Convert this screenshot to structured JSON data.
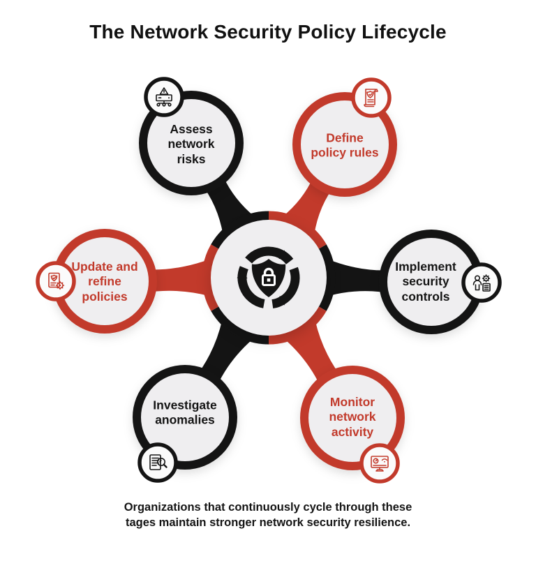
{
  "title": "The Network Security Policy Lifecycle",
  "caption": "Organizations that continuously cycle through these\ntages maintain stronger network security resilience.",
  "colors": {
    "black": "#141414",
    "red": "#c23a2b",
    "node_fill": "#efeef0",
    "icon_circle_fill": "#fbfbfb",
    "background": "#ffffff"
  },
  "hub": {
    "icon": "shield-lock-cycle-icon"
  },
  "nodes": [
    {
      "id": "assess",
      "label": "Assess\nnetwork\nrisks",
      "color": "black",
      "position": "top-left",
      "icon": "server-alert-network-icon"
    },
    {
      "id": "define",
      "label": "Define\npolicy rules",
      "color": "red",
      "position": "top-right",
      "icon": "policy-scroll-shield-icon"
    },
    {
      "id": "implement",
      "label": "Implement\nsecurity\ncontrols",
      "color": "black",
      "position": "right",
      "icon": "admin-gear-checklist-icon"
    },
    {
      "id": "monitor",
      "label": "Monitor\nnetwork\nactivity",
      "color": "red",
      "position": "bottom-right",
      "icon": "monitor-wifi-icon"
    },
    {
      "id": "investigate",
      "label": "Investigate\nanomalies",
      "color": "black",
      "position": "bottom-left",
      "icon": "document-magnifier-icon"
    },
    {
      "id": "update",
      "label": "Update and\nrefine\npolicies",
      "color": "red",
      "position": "left",
      "icon": "policy-shield-gear-icon"
    }
  ]
}
